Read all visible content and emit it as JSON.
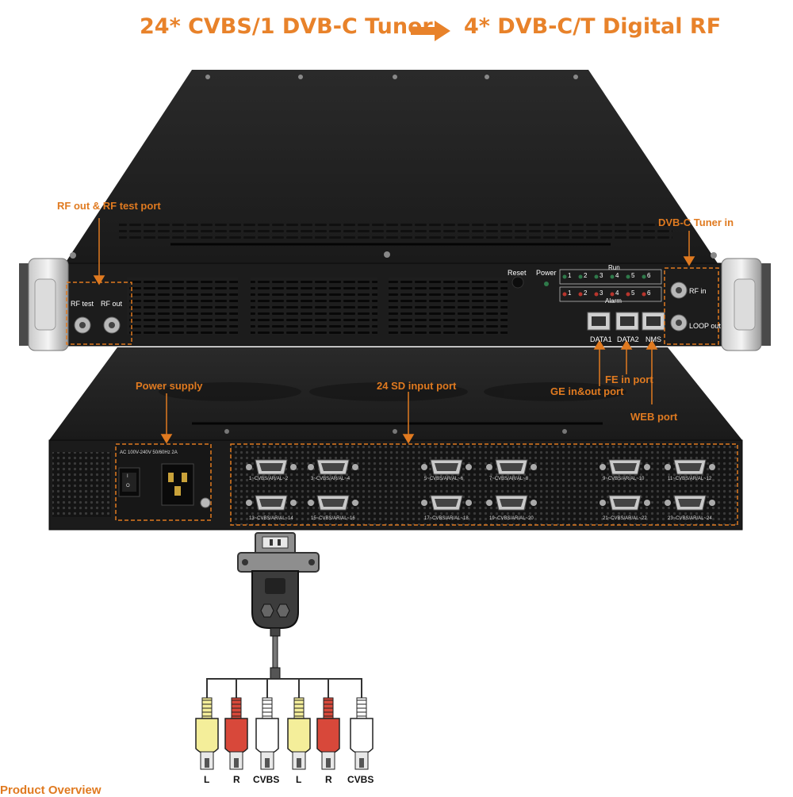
{
  "header": {
    "left": "24* CVBS/1 DVB-C Tuner",
    "right": "4* DVB-C/T Digital RF",
    "accent": "#e8822a",
    "arrow_icon": "arrow-right-icon"
  },
  "callouts": {
    "rf_out_test": "RF out & RF test port",
    "dvbc_tuner_in": "DVB-C Tuner in",
    "fe_in": "FE in port",
    "ge_in_out": "GE in&out port",
    "web": "WEB port",
    "power_supply": "Power supply",
    "sd_input": "24 SD input port"
  },
  "front_panel": {
    "rf_test": "RF test",
    "rf_out": "RF out",
    "reset": "Reset",
    "power": "Power",
    "run": "Run",
    "alarm": "Alarm",
    "led_numbers": [
      "1",
      "2",
      "3",
      "4",
      "5",
      "6"
    ],
    "rj45": [
      "DATA1",
      "DATA2",
      "NMS"
    ],
    "rf_in": "RF in",
    "loop_out": "LOOP out"
  },
  "rear_panel": {
    "ac_label": "AC 100V-240V 50/60Hz 2A",
    "switch_on": "I",
    "switch_off": "O",
    "db9_top": [
      "1~CVBS/AR/AL~2",
      "3~CVBS/AR/AL~4",
      "5~CVBS/AR/AL~6",
      "7~CVBS/AR/AL~8",
      "9~CVBS/AR/AL~10",
      "11~CVBS/AR/AL~12"
    ],
    "db9_bottom": [
      "13~CVBS/AR/AL~14",
      "15~CVBS/AR/AL~16",
      "17~CVBS/AR/AL~18",
      "19~CVBS/AR/AL~20",
      "21~CVBS/AR/AL~22",
      "23~CVBS/AR/AL~24"
    ]
  },
  "cable": {
    "rca_labels": [
      "L",
      "R",
      "CVBS",
      "L",
      "R",
      "CVBS"
    ],
    "rca_colors": [
      "#f4ee9a",
      "#d8483a",
      "#ffffff",
      "#f4ee9a",
      "#d8483a",
      "#ffffff"
    ]
  },
  "footer_cut": "Product Overview"
}
